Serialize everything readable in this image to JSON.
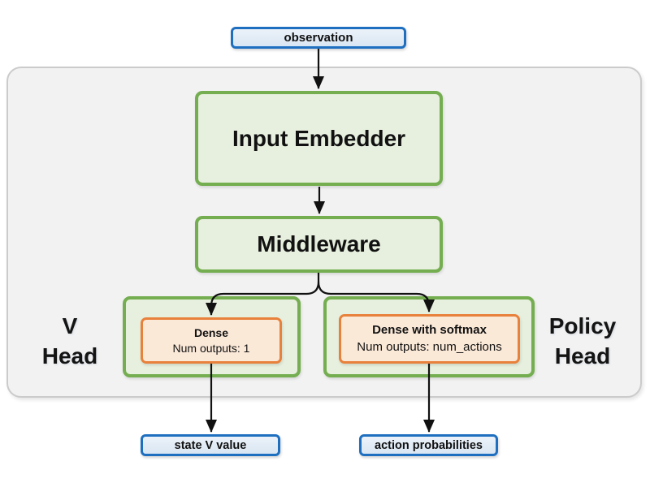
{
  "nodes": {
    "observation": {
      "label": "observation"
    },
    "input_embedder": {
      "label": "Input Embedder"
    },
    "middleware": {
      "label": "Middleware"
    },
    "v_head_label": {
      "line1": "V",
      "line2": "Head"
    },
    "policy_head_label": {
      "line1": "Policy",
      "line2": "Head"
    },
    "dense_v": {
      "title": "Dense",
      "subtitle": "Num outputs: 1"
    },
    "dense_policy": {
      "title": "Dense with softmax",
      "subtitle": "Num outputs: num_actions"
    },
    "state_v_value": {
      "label": "state V value"
    },
    "action_probabilities": {
      "label": "action probabilities"
    }
  },
  "colors": {
    "blue_border": "#1e6fc0",
    "blue_fill": "#dde9f4",
    "green_border": "#74ae50",
    "green_fill": "#e7f0de",
    "orange_border": "#e8813b",
    "orange_fill": "#fbe9d8",
    "container_fill": "#f2f2f2",
    "container_border": "#cbcbcc",
    "arrow": "#111111",
    "text": "#111111"
  }
}
